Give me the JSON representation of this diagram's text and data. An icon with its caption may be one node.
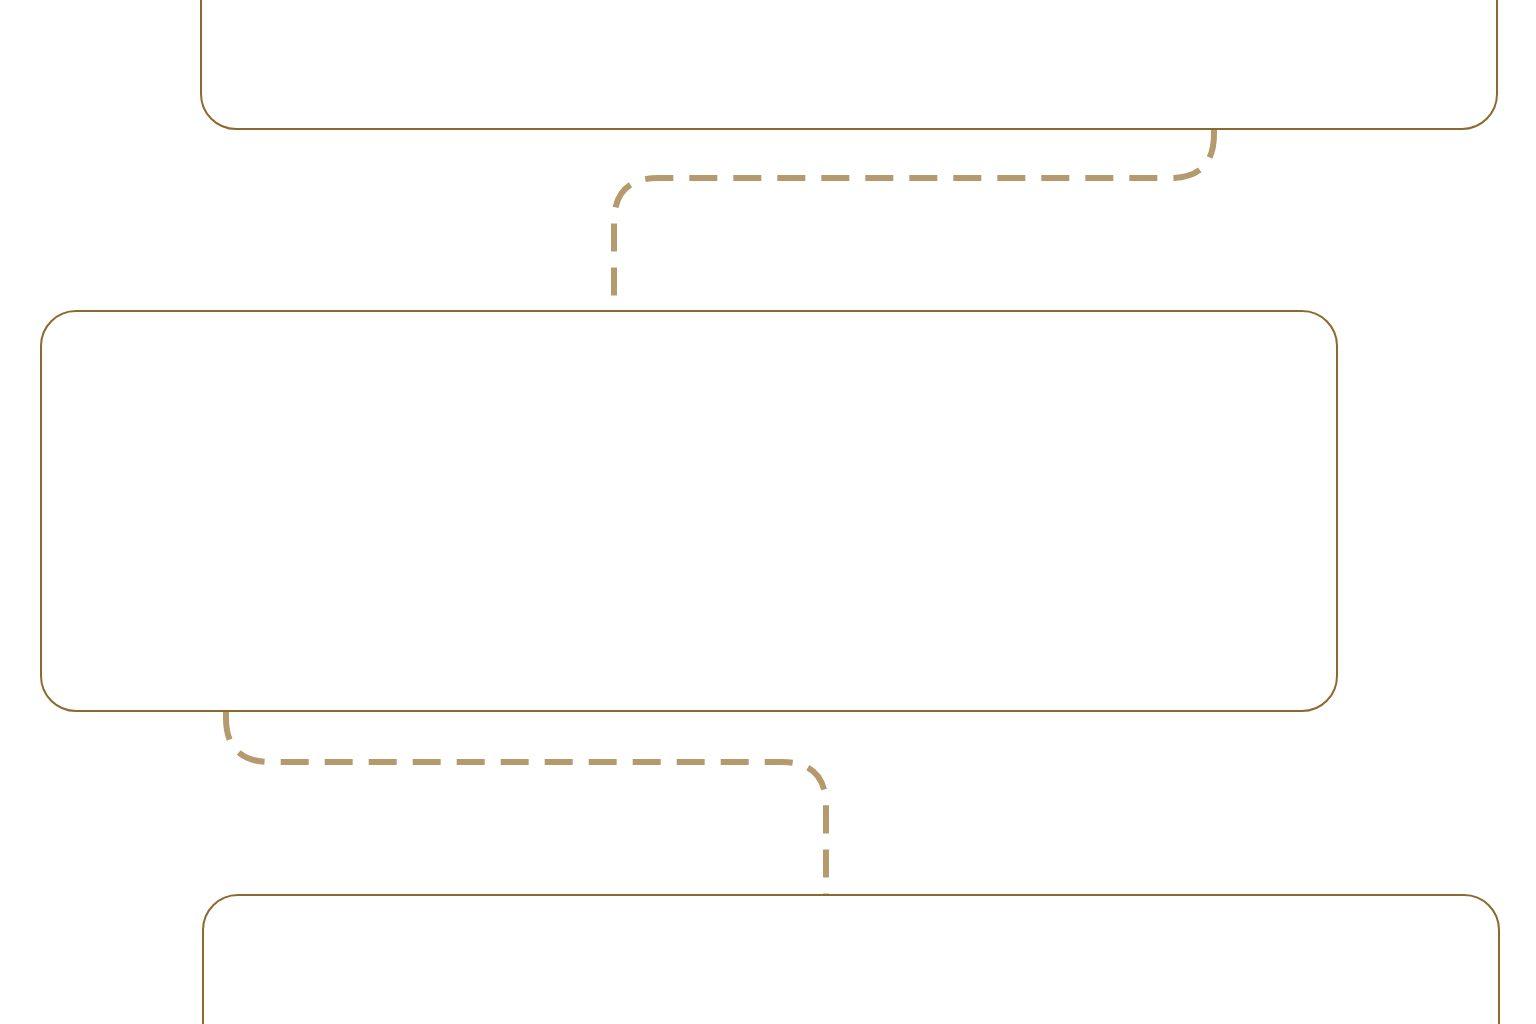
{
  "diagram": {
    "nodes": [
      {
        "text": [],
        "shape": "box"
      },
      {
        "text": [],
        "shape": "box"
      },
      {
        "text": [],
        "shape": "box"
      }
    ],
    "edges": [
      {
        "from": 0,
        "to": 1,
        "arrow": "none",
        "style": "dashed"
      },
      {
        "from": 1,
        "to": 2,
        "arrow": "none",
        "style": "dashed"
      }
    ]
  }
}
